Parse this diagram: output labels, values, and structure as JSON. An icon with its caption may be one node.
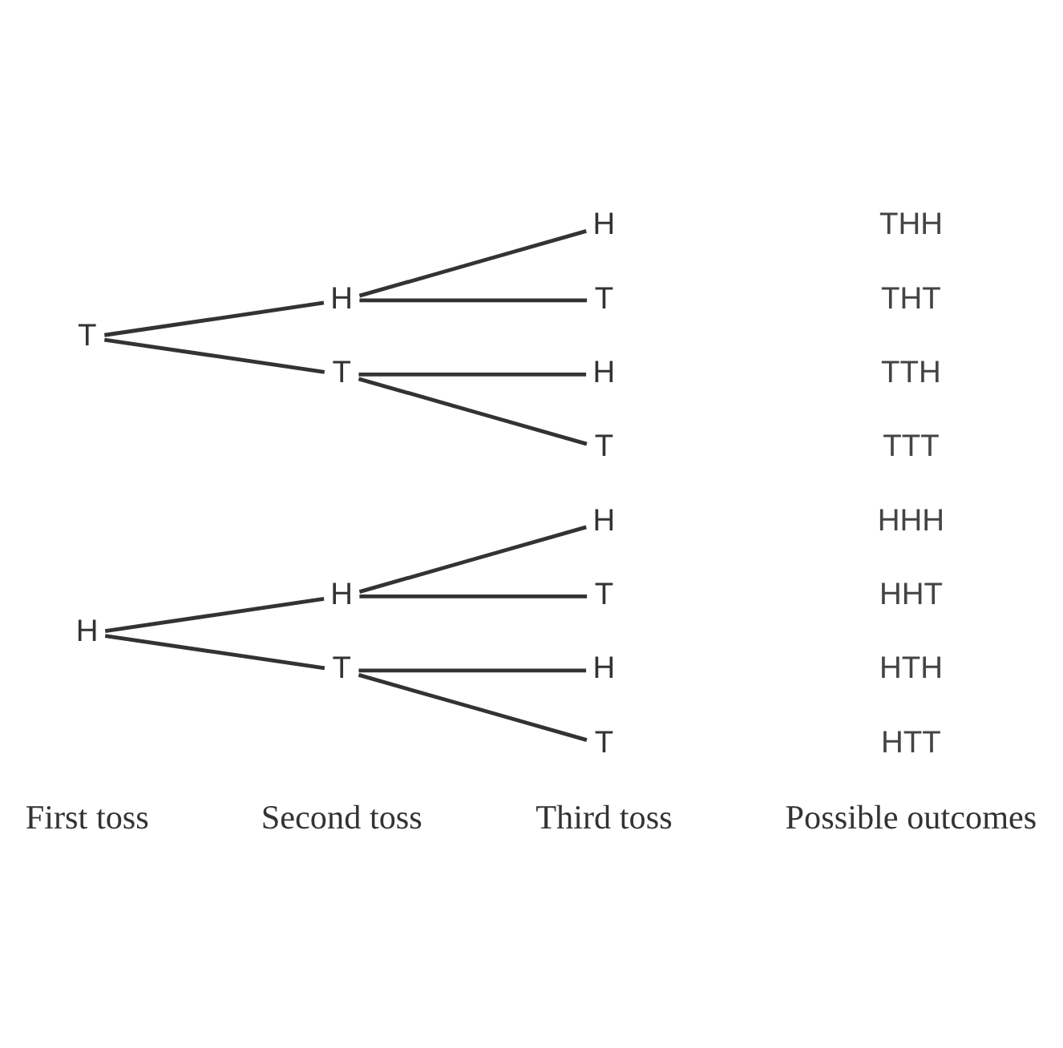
{
  "diagram": {
    "nodes": [
      {
        "text": [
          "H"
        ]
      },
      {
        "text": [
          "H"
        ]
      },
      {
        "text": [
          "H"
        ]
      },
      {
        "text": [
          "T"
        ]
      },
      {
        "text": [
          "T"
        ]
      },
      {
        "text": [
          "H"
        ]
      },
      {
        "text": [
          "T"
        ]
      },
      {
        "text": [
          "T"
        ]
      },
      {
        "text": [
          "H"
        ]
      },
      {
        "text": [
          "H"
        ]
      },
      {
        "text": [
          "T"
        ]
      },
      {
        "text": [
          "T"
        ]
      },
      {
        "text": [
          "H"
        ]
      },
      {
        "text": [
          "T"
        ]
      }
    ],
    "edges": [
      {
        "from": 0,
        "to": 1,
        "arrow": "none"
      },
      {
        "from": 1,
        "to": 2,
        "arrow": "none"
      },
      {
        "from": 1,
        "to": 3,
        "arrow": "none"
      },
      {
        "from": 0,
        "to": 4,
        "arrow": "none"
      },
      {
        "from": 4,
        "to": 5,
        "arrow": "none"
      },
      {
        "from": 4,
        "to": 6,
        "arrow": "none"
      },
      {
        "from": 7,
        "to": 8,
        "arrow": "none"
      },
      {
        "from": 8,
        "to": 9,
        "arrow": "none"
      },
      {
        "from": 8,
        "to": 10,
        "arrow": "none"
      },
      {
        "from": 7,
        "to": 11,
        "arrow": "none"
      },
      {
        "from": 11,
        "to": 12,
        "arrow": "none"
      },
      {
        "from": 11,
        "to": 13,
        "arrow": "none"
      }
    ],
    "labels": [
      "First toss",
      "Second toss",
      "Third toss",
      "Possible outcomes",
      "HHH",
      "HHT",
      "HTH",
      "HTT",
      "THH",
      "THT",
      "TTH",
      "TTT"
    ]
  }
}
